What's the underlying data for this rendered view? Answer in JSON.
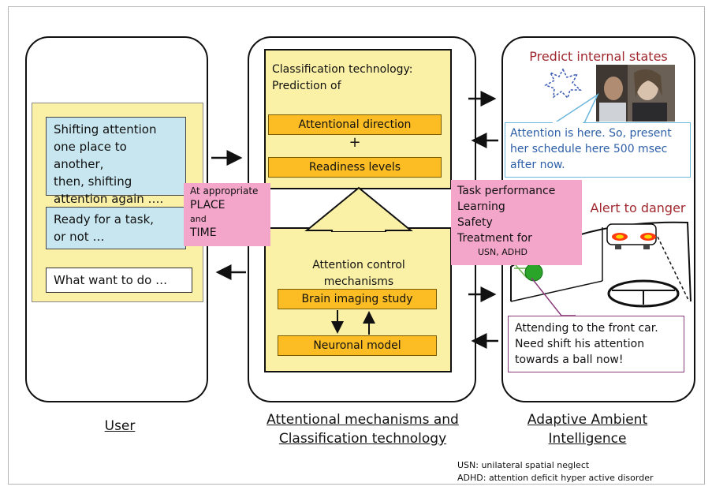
{
  "user": {
    "box1_lines": [
      "Shifting attention",
      "one place to another,",
      "then, shifting",
      "attention again …."
    ],
    "box2_lines": [
      "Ready for a task,",
      "or not …"
    ],
    "box3": "What want to do …",
    "caption": "User"
  },
  "middle": {
    "title_lines": [
      "Classification technology:",
      "Prediction of"
    ],
    "attentional_direction": "Attentional direction",
    "plus": "+",
    "readiness_levels": "Readiness levels",
    "mechanisms_lines": [
      "Attention control",
      "mechanisms"
    ],
    "brain_imaging": "Brain imaging study",
    "neuronal_model": "Neuronal model",
    "caption_lines": [
      "Attentional mechanisms and",
      "Classification technology"
    ]
  },
  "place_time": {
    "line1": "At appropriate",
    "line2": "PLACE",
    "line3": "and",
    "line4": "TIME"
  },
  "applications": {
    "lines": [
      "Task performance",
      "Learning",
      "Safety",
      "Treatment for"
    ],
    "sub": "USN, ADHD"
  },
  "right": {
    "predict_title": "Predict internal states",
    "callout_lines": [
      "Attention is here. So, present",
      "her schedule here 500 msec",
      "after now."
    ],
    "alert_title": "Alert to danger",
    "car_callout_lines": [
      "Attending to the front car.",
      "Need shift his attention",
      "towards a ball now!"
    ],
    "caption_lines": [
      "Adaptive Ambient",
      "Intelligence"
    ]
  },
  "footnotes": [
    "USN: unilateral spatial neglect",
    "ADHD: attention deficit hyper active disorder"
  ],
  "colors": {
    "yellow": "#fbf1a6",
    "orange": "#fbbc24",
    "blue_box": "#c7e6ef",
    "pink": "#f3a5ca",
    "red_title": "#a0282f",
    "blue_text": "#2d5fa8"
  }
}
